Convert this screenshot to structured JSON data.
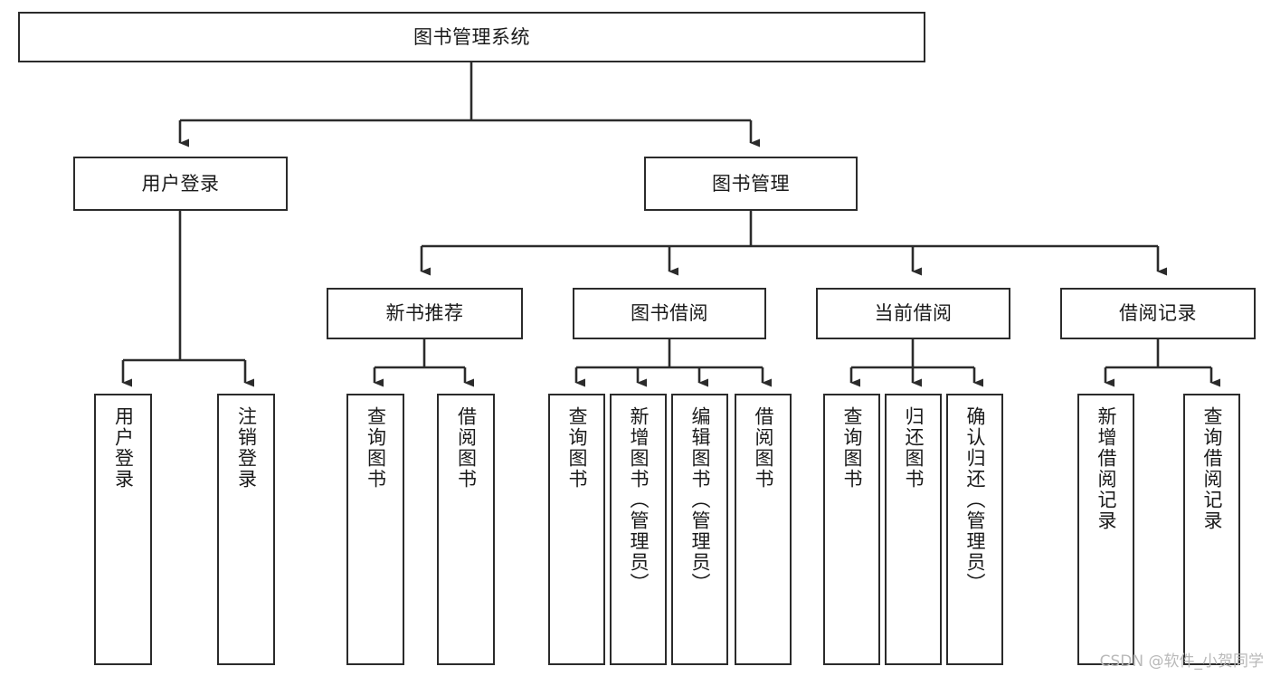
{
  "diagram": {
    "title": "图书管理系统",
    "type": "tree-hierarchy-chart",
    "colors": {
      "background": "#ffffff",
      "box_border": "#2b2b2b",
      "box_fill": "#ffffff",
      "text": "#1a1a1a",
      "connector": "#2b2b2b",
      "watermark": "#b9b9b9"
    },
    "root": {
      "label": "图书管理系统"
    },
    "level2": [
      {
        "label": "用户登录"
      },
      {
        "label": "图书管理"
      }
    ],
    "level3": [
      {
        "label": "新书推荐"
      },
      {
        "label": "图书借阅"
      },
      {
        "label": "当前借阅"
      },
      {
        "label": "借阅记录"
      }
    ],
    "leaves": {
      "user_login": [
        {
          "label": "用户登录"
        },
        {
          "label": "注销登录"
        }
      ],
      "new_book_recommend": [
        {
          "label": "查询图书"
        },
        {
          "label": "借阅图书"
        }
      ],
      "book_borrow": [
        {
          "label": "查询图书"
        },
        {
          "label": "新增图书（管理员）"
        },
        {
          "label": "编辑图书（管理员）"
        },
        {
          "label": "借阅图书"
        }
      ],
      "current_borrow": [
        {
          "label": "查询图书"
        },
        {
          "label": "归还图书"
        },
        {
          "label": "确认归还（管理员）"
        }
      ],
      "borrow_record": [
        {
          "label": "新增借阅记录"
        },
        {
          "label": "查询借阅记录"
        }
      ]
    },
    "watermark": "CSDN @软件_小贺同学"
  }
}
